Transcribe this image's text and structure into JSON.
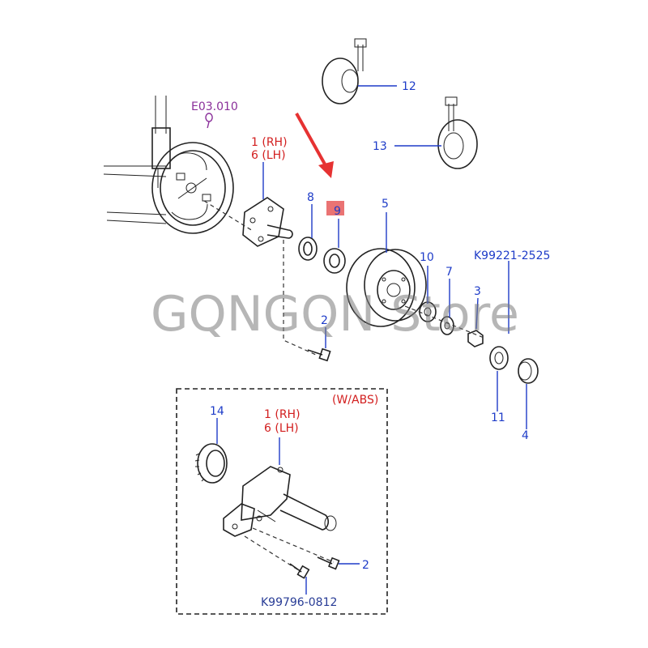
{
  "diagram": {
    "callouts": {
      "ref_e03010": "E03.010",
      "part_1_rh": "1 (RH)",
      "part_6_lh": "6 (LH)",
      "part_8": "8",
      "part_9": "9",
      "part_5": "5",
      "part_12": "12",
      "part_13": "13",
      "part_10": "10",
      "part_7": "7",
      "part_3": "3",
      "part_2": "2",
      "part_11": "11",
      "part_4": "4",
      "part_k99221": "K99221-2525",
      "inset_14": "14",
      "inset_1_rh": "1 (RH)",
      "inset_6_lh": "6 (LH)",
      "inset_wabs": "(W/ABS)",
      "inset_2": "2",
      "inset_k99796": "K99796-0812"
    },
    "watermark": "GQNGQN Store",
    "colors": {
      "part_number": "#1e3cc8",
      "side_label": "#d21e1e",
      "reference": "#8a2f9a",
      "arrow": "#e63232",
      "highlight": "#e65a5a"
    }
  }
}
